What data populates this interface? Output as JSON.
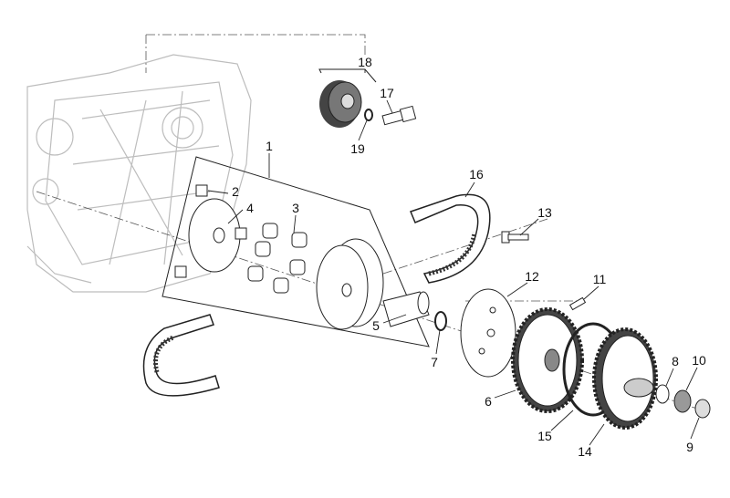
{
  "diagram": {
    "title": "Variator / drive belt exploded view",
    "labels": [
      "1",
      "2",
      "3",
      "4",
      "5",
      "6",
      "7",
      "8",
      "9",
      "10",
      "11",
      "12",
      "13",
      "14",
      "15",
      "16",
      "17",
      "18",
      "19"
    ]
  },
  "colors": {
    "line": "#222222",
    "ghost": "#bdbdbd",
    "part": "#ffffff"
  }
}
